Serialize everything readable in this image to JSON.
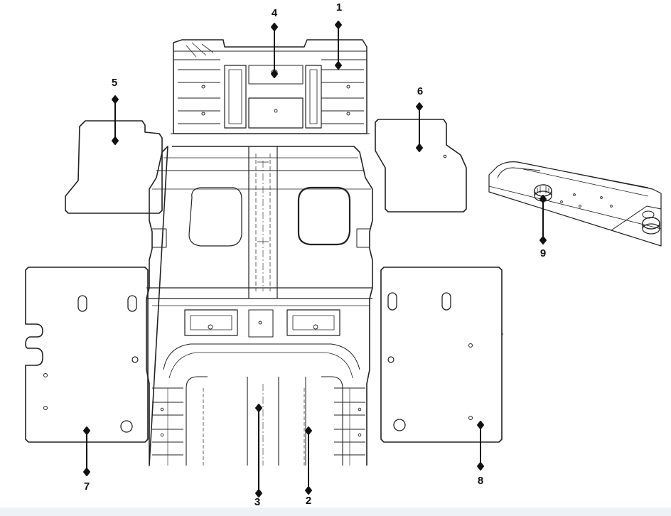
{
  "callouts": [
    {
      "id": "1",
      "label": "1"
    },
    {
      "id": "2",
      "label": "2"
    },
    {
      "id": "3",
      "label": "3"
    },
    {
      "id": "4",
      "label": "4"
    },
    {
      "id": "5",
      "label": "5"
    },
    {
      "id": "6",
      "label": "6"
    },
    {
      "id": "7",
      "label": "7"
    },
    {
      "id": "8",
      "label": "8"
    },
    {
      "id": "9",
      "label": "9"
    }
  ],
  "colors": {
    "line": "#222222",
    "dim_line": "#6b6b6b",
    "background": "#ffffff"
  }
}
